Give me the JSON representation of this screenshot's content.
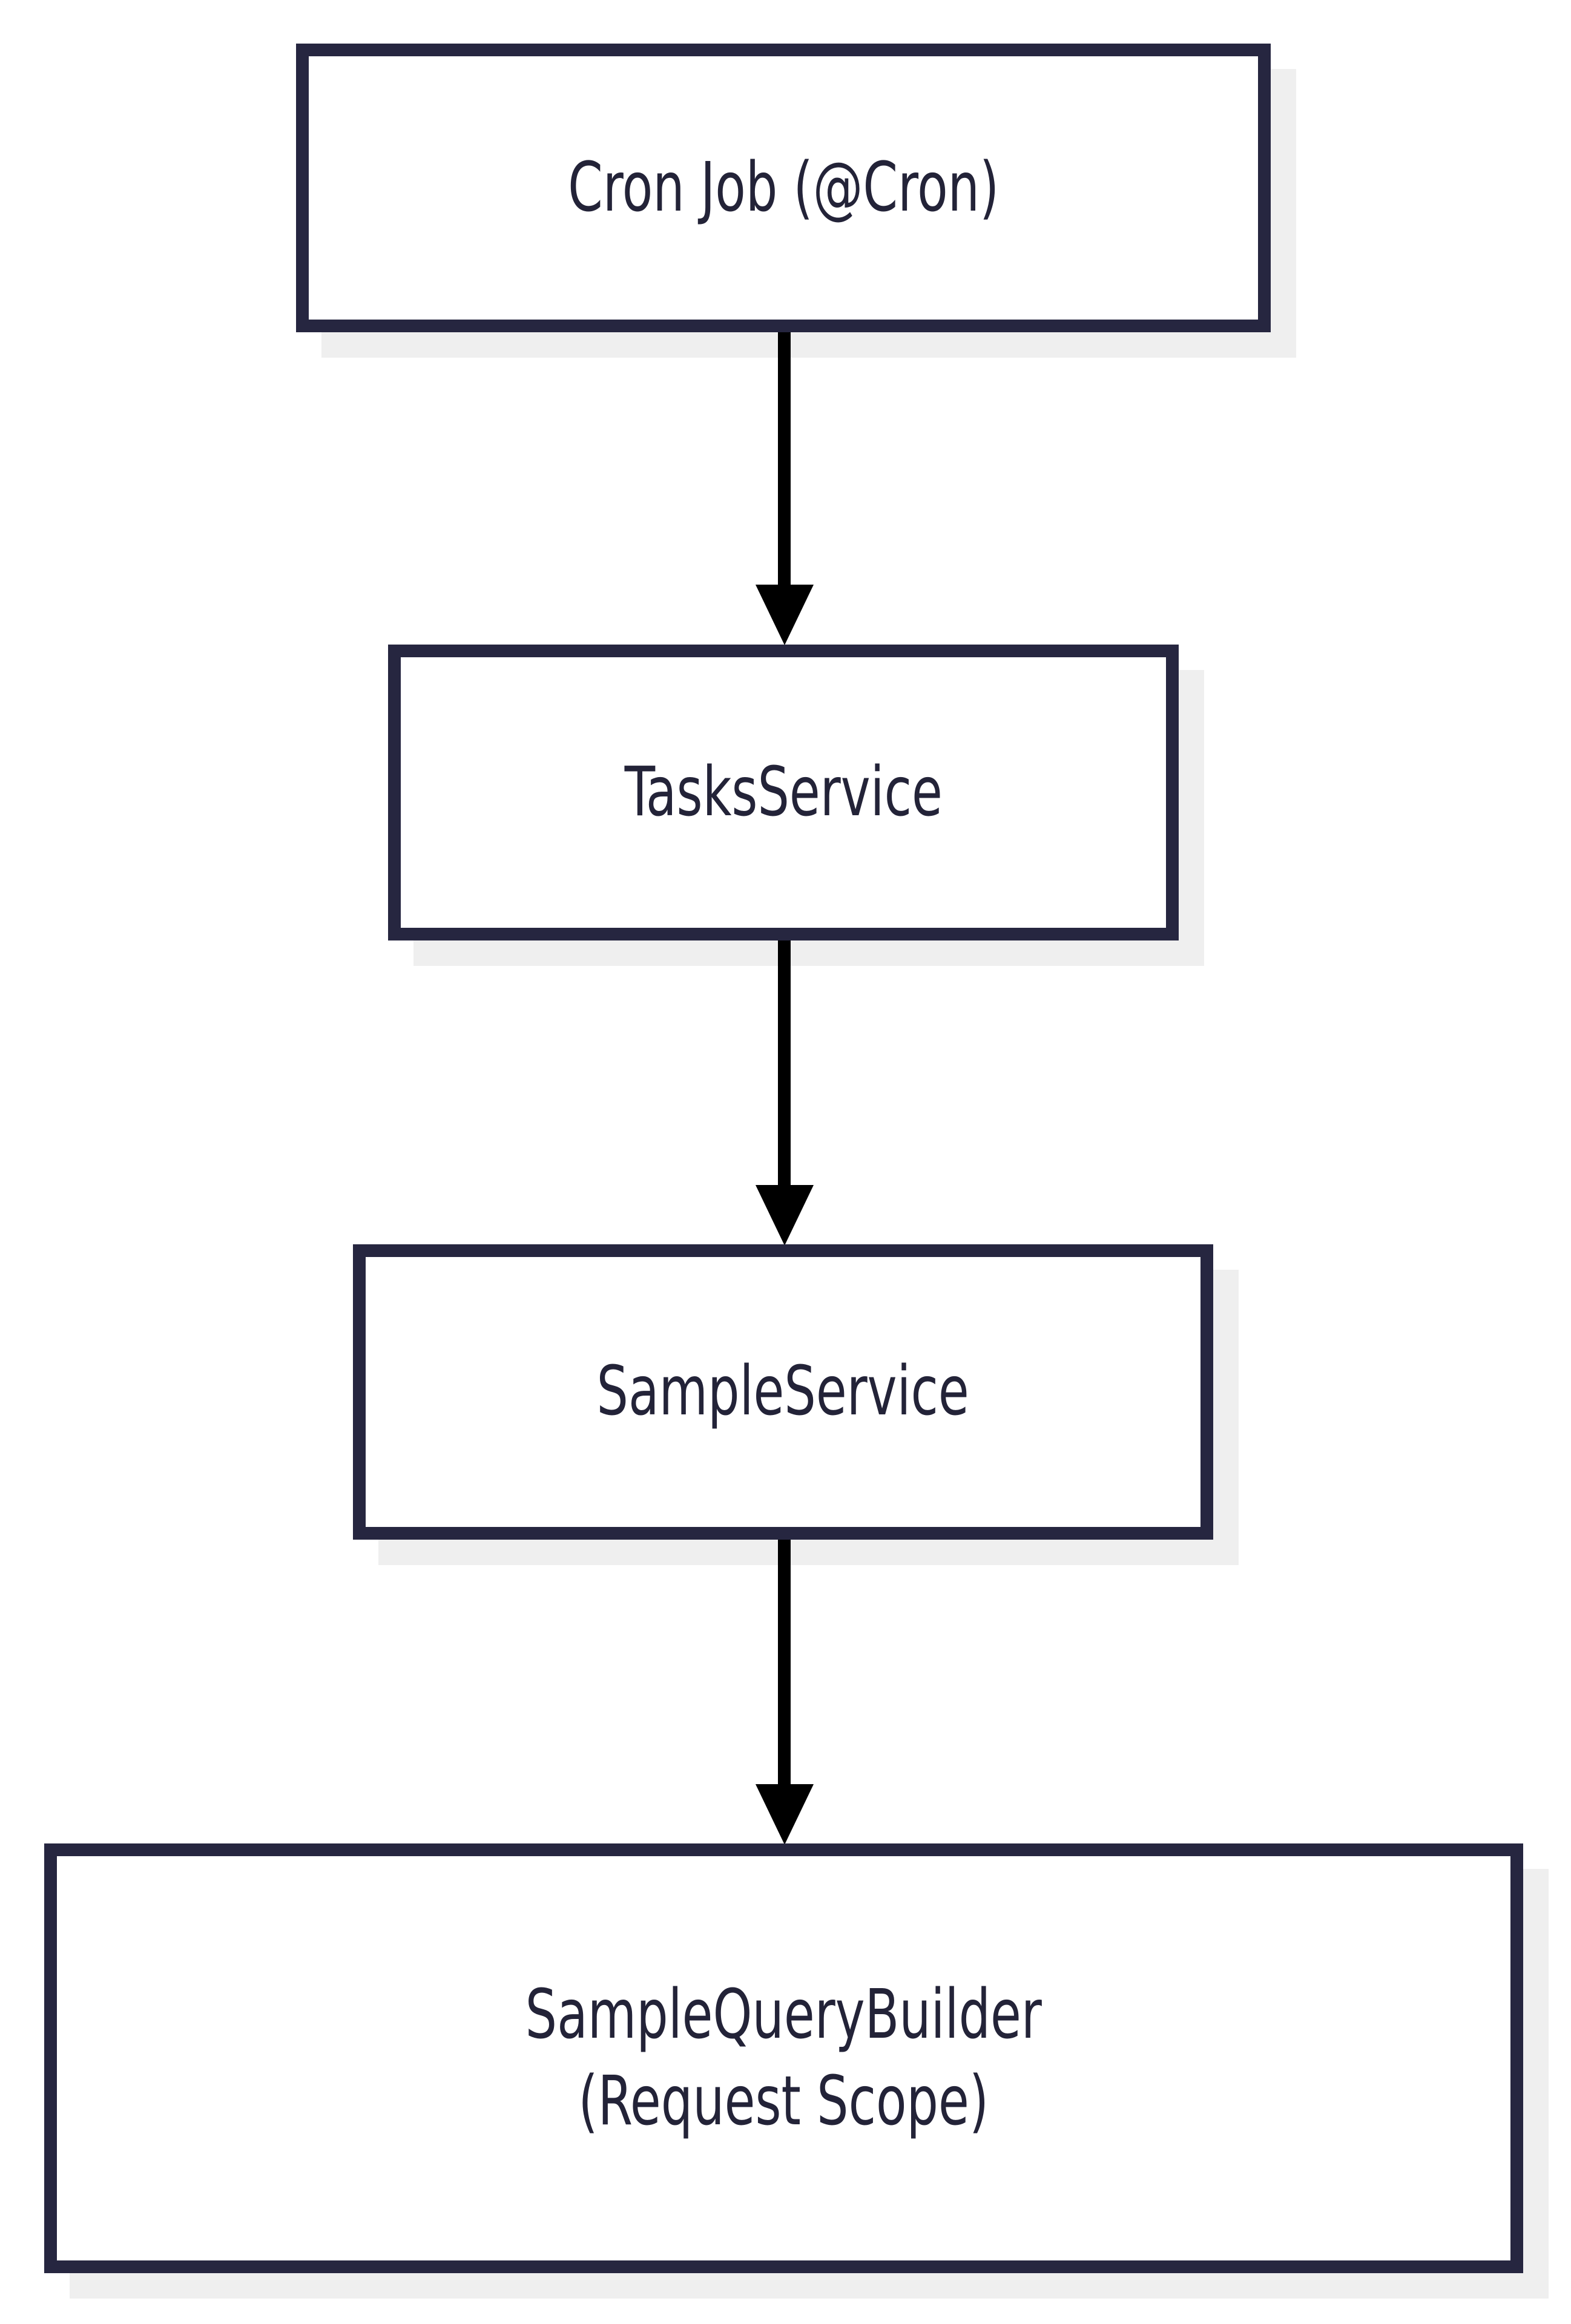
{
  "diagram": {
    "type": "flowchart",
    "direction": "top-to-bottom",
    "theme": {
      "background": "#ffffff",
      "node_fill": "#ffffff",
      "node_border": "#262640",
      "node_shadow": "#efefef",
      "text_color": "#232338",
      "edge_color": "#000000"
    },
    "nodes": [
      {
        "id": "cron-job",
        "label": "Cron Job (@Cron)",
        "lines": [
          "Cron Job (@Cron)"
        ]
      },
      {
        "id": "tasks-service",
        "label": "TasksService",
        "lines": [
          "TasksService"
        ]
      },
      {
        "id": "sample-service",
        "label": "SampleService",
        "lines": [
          "SampleService"
        ]
      },
      {
        "id": "sample-query-builder",
        "label": "SampleQueryBuilder (Request Scope)",
        "lines": [
          "SampleQueryBuilder",
          "(Request Scope)"
        ]
      }
    ],
    "edges": [
      {
        "id": "edge-1",
        "from": "cron-job",
        "to": "tasks-service",
        "label": "",
        "arrowhead": "solid-triangle"
      },
      {
        "id": "edge-2",
        "from": "tasks-service",
        "to": "sample-service",
        "label": "",
        "arrowhead": "solid-triangle"
      },
      {
        "id": "edge-3",
        "from": "sample-service",
        "to": "sample-query-builder",
        "label": "",
        "arrowhead": "solid-triangle"
      }
    ]
  }
}
